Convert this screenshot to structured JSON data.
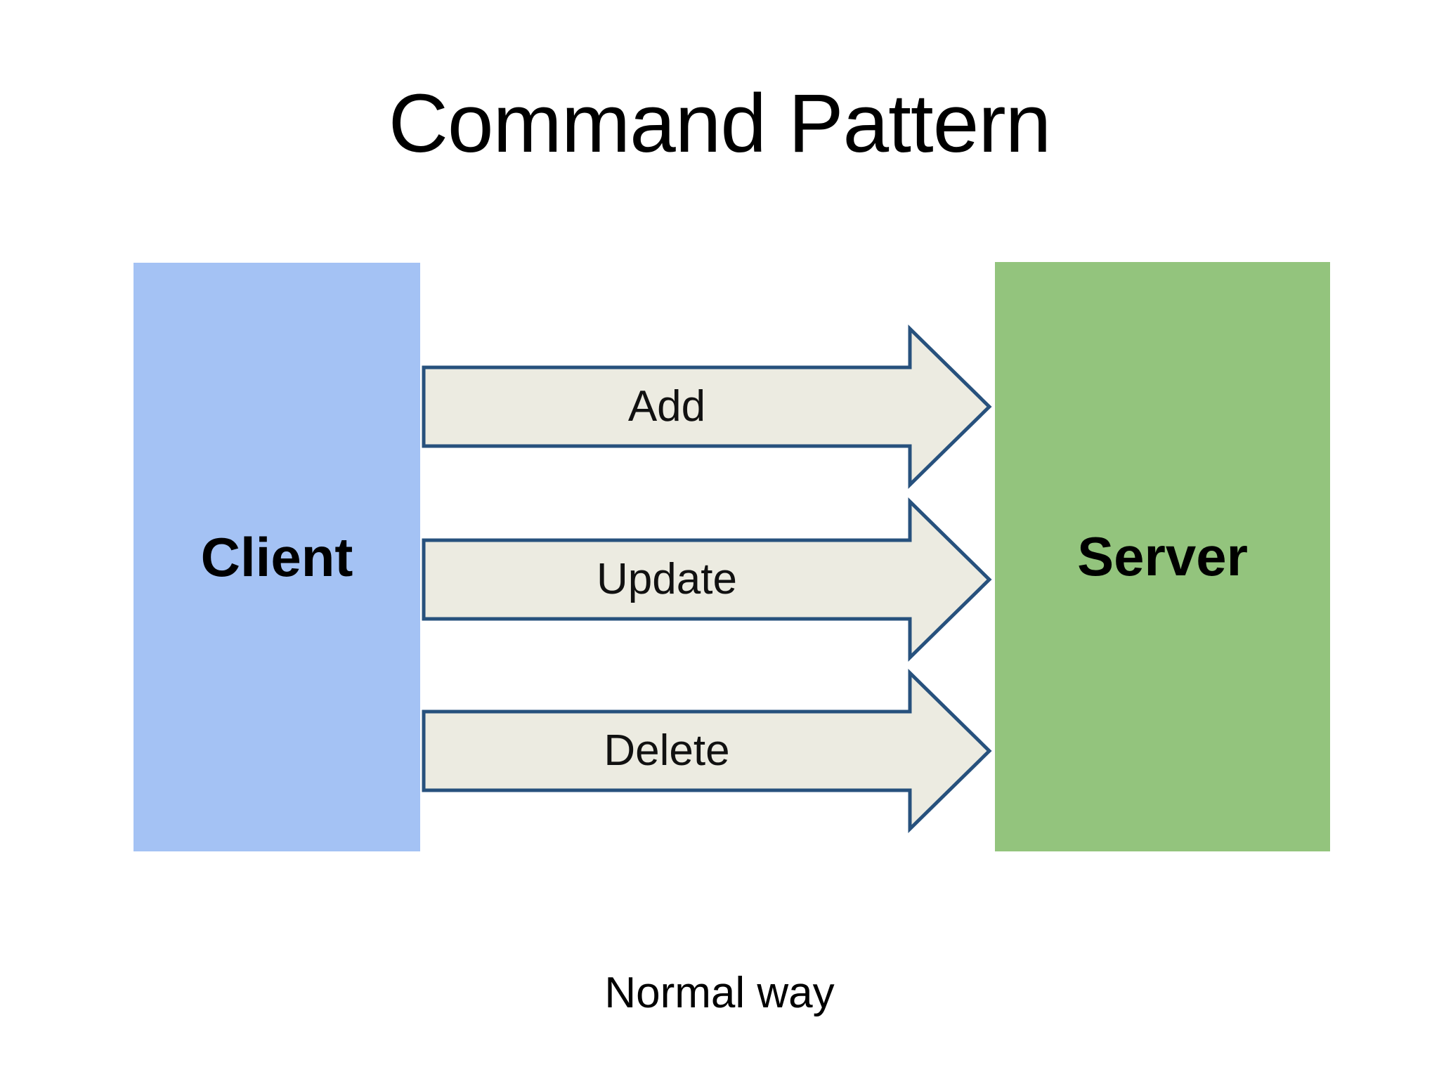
{
  "slide": {
    "title": "Command Pattern",
    "caption": "Normal way",
    "client": {
      "label": "Client",
      "fill": "#A4C2F4"
    },
    "server": {
      "label": "Server",
      "fill": "#93C47D"
    },
    "arrows": [
      {
        "label": "Add"
      },
      {
        "label": "Update"
      },
      {
        "label": "Delete"
      }
    ],
    "arrow_style": {
      "fill": "#ECEBE1",
      "stroke": "#27517D"
    },
    "background": "#FFFFFF",
    "text_color": "#000000"
  }
}
